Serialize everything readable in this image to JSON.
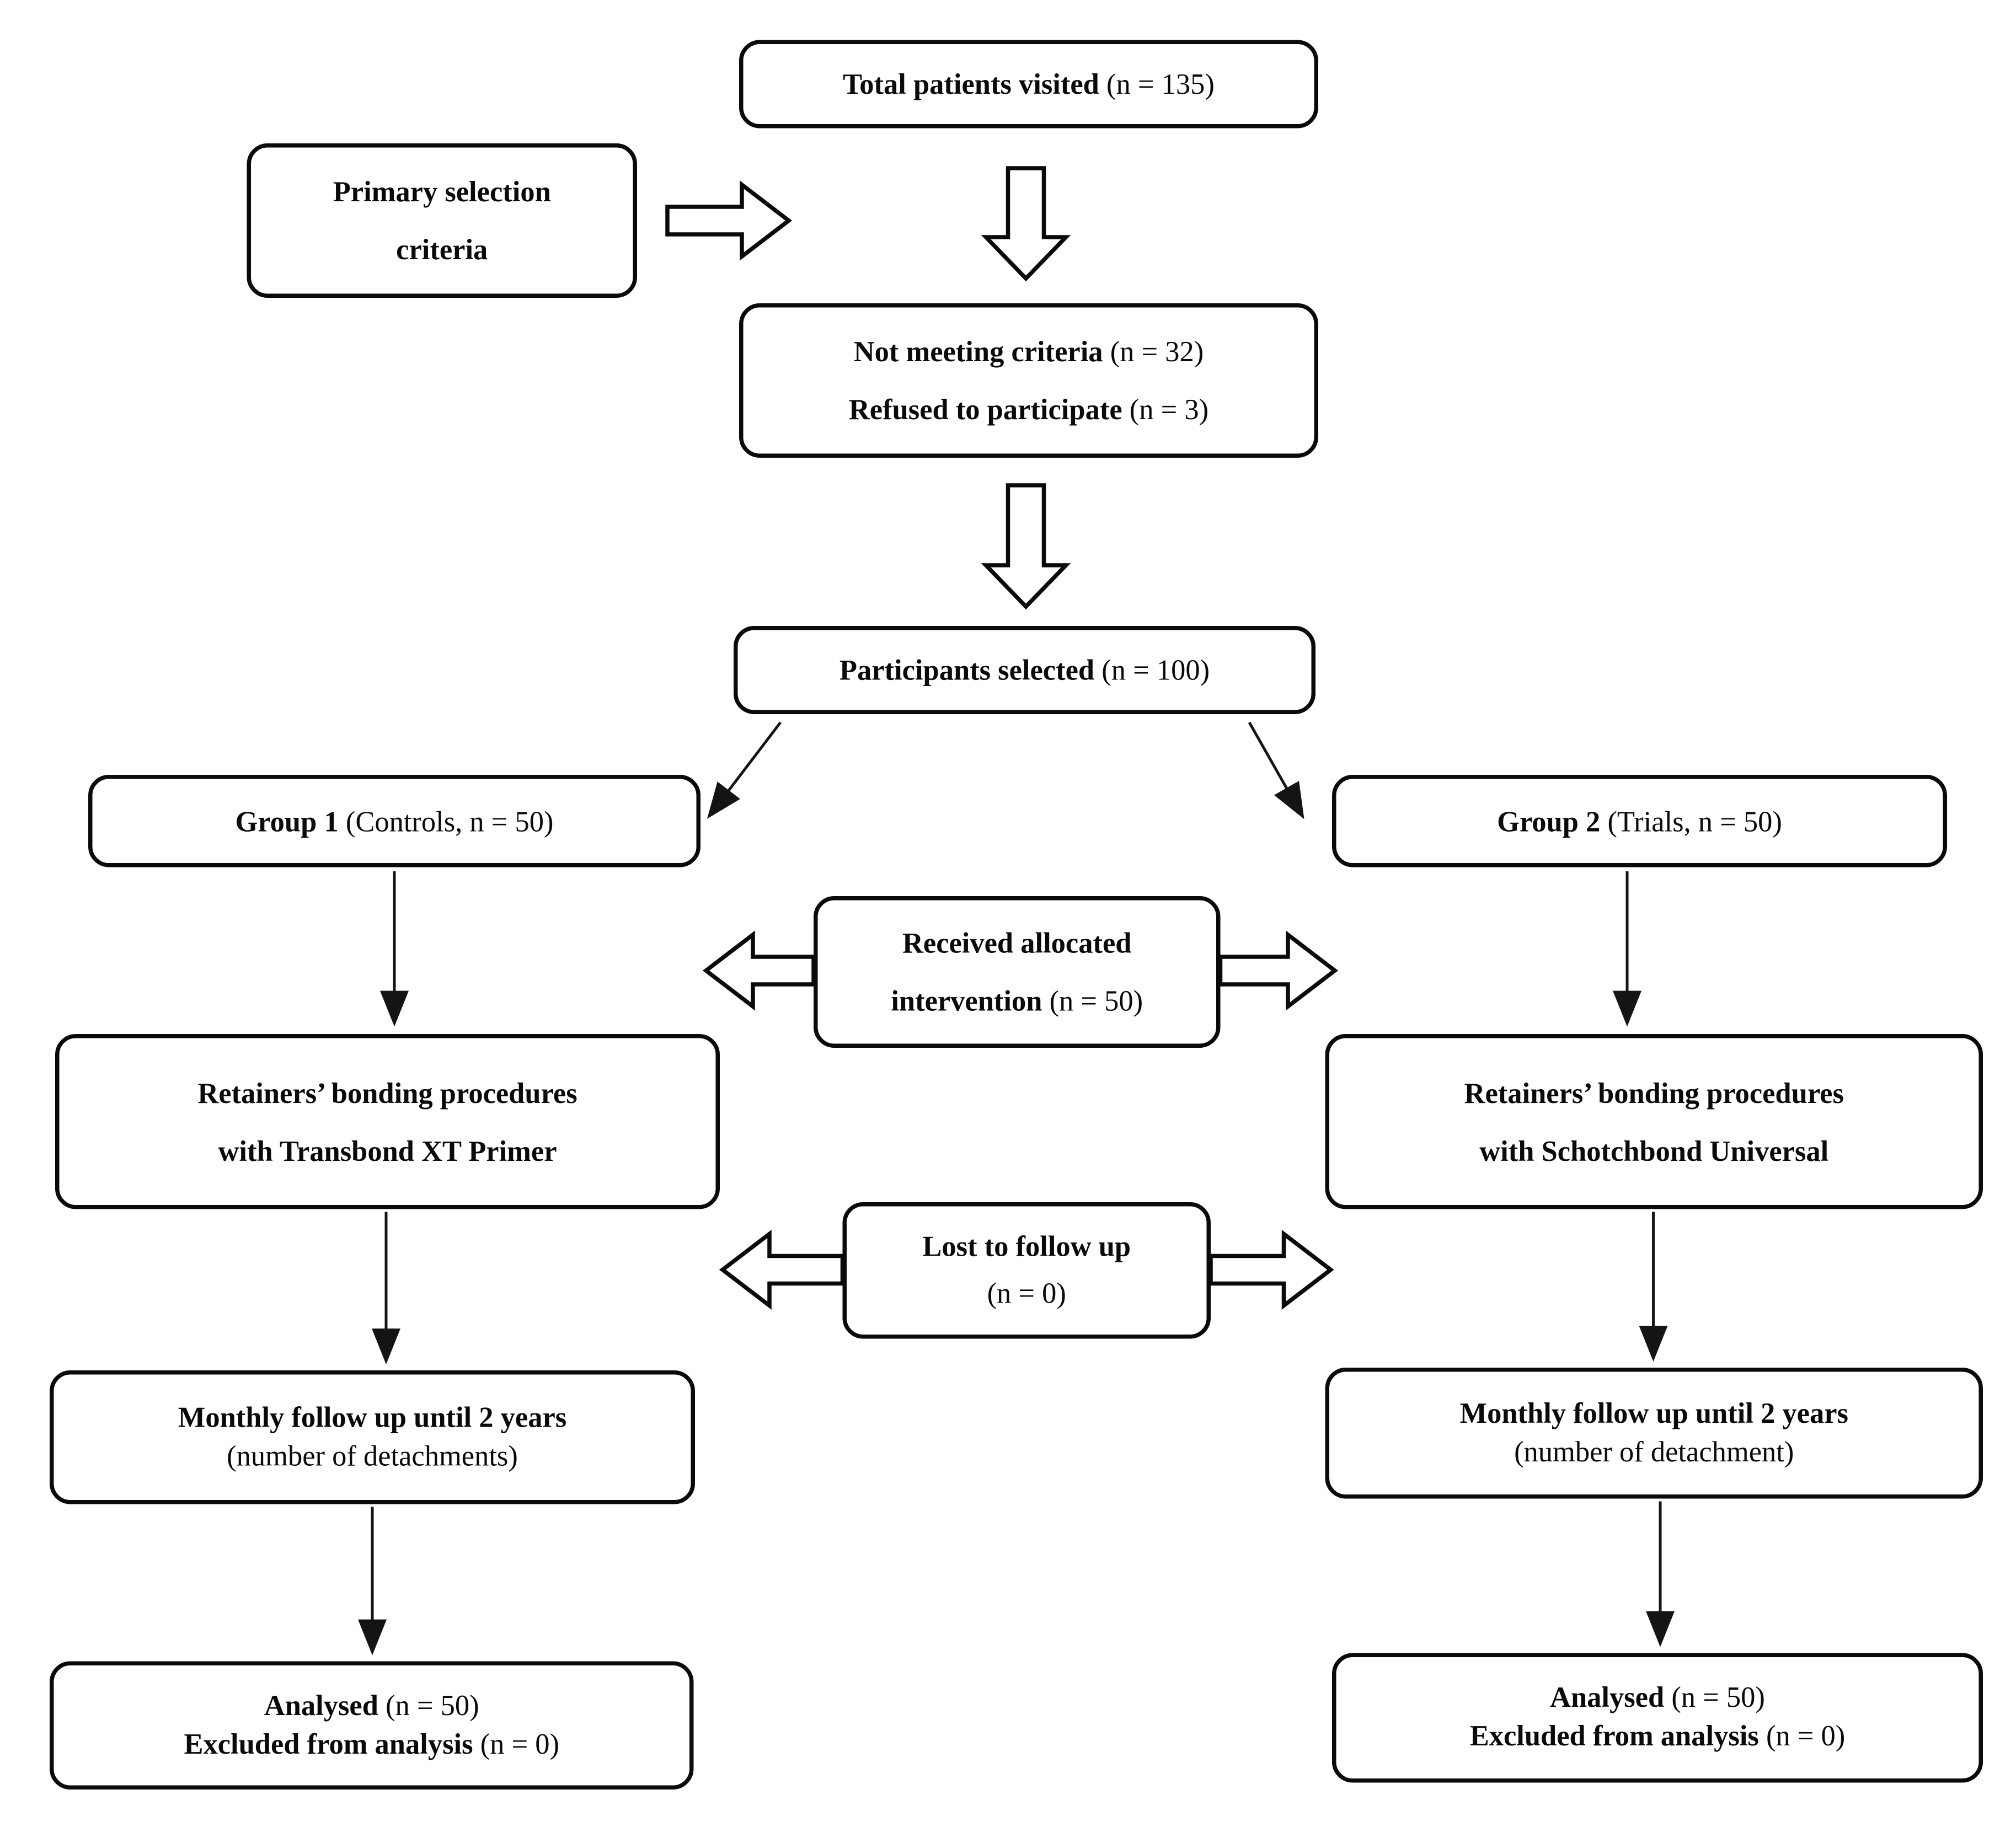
{
  "figure": {
    "kind": "consort-flow-diagram"
  },
  "colors": {
    "border": "#0a0a0a",
    "background": "#ffffff",
    "text": "#0a0a0a"
  },
  "boxes": {
    "total_patients": {
      "bold": "Total patients visited",
      "normal": "(n = 135)"
    },
    "primary_criteria": {
      "line1": "Primary selection",
      "line2": "criteria"
    },
    "not_meeting": {
      "line1_bold": "Not meeting criteria",
      "line1_normal": "(n = 32)",
      "line2_bold": "Refused to participate",
      "line2_normal": "(n = 3)"
    },
    "participants": {
      "bold": "Participants selected",
      "normal": "(n = 100)"
    },
    "group1": {
      "bold": "Group 1",
      "normal": "(Controls, n = 50)"
    },
    "group2": {
      "bold": "Group 2",
      "normal": "(Trials, n = 50)"
    },
    "received": {
      "line1_bold": "Received allocated",
      "line2_bold": "intervention",
      "line2_normal": "(n = 50)"
    },
    "retainers_left": {
      "line1": "Retainers’ bonding procedures",
      "line2": "with Transbond XT Primer"
    },
    "retainers_right": {
      "line1": "Retainers’ bonding procedures",
      "line2": "with Schotchbond Universal"
    },
    "lost": {
      "line1_bold": "Lost to follow up",
      "line2_normal": "(n = 0)"
    },
    "monthly_left": {
      "line1_bold": "Monthly follow up until 2 years",
      "line2_normal": "(number of detachments)"
    },
    "monthly_right": {
      "line1_bold": "Monthly follow up until 2 years",
      "line2_normal": "(number of detachment)"
    },
    "analysed_left": {
      "line1_bold": "Analysed",
      "line1_normal": "(n = 50)",
      "line2_bold": "Excluded from analysis",
      "line2_normal": "(n = 0)"
    },
    "analysed_right": {
      "line1_bold": "Analysed",
      "line1_normal": "(n = 50)",
      "line2_bold": "Excluded from analysis",
      "line2_normal": "(n = 0)"
    }
  }
}
